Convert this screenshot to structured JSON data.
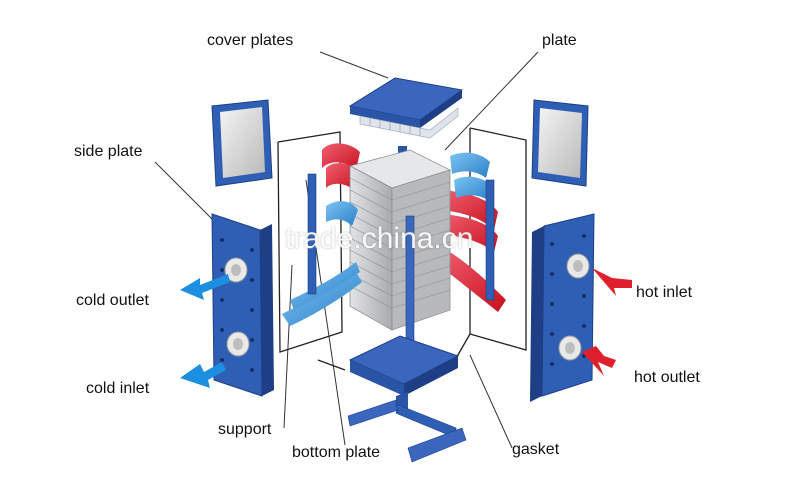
{
  "labels": {
    "cover_plates": "cover plates",
    "plate": "plate",
    "side_plate": "side plate",
    "cold_outlet": "cold outlet",
    "cold_inlet": "cold inlet",
    "hot_inlet": "hot  inlet",
    "hot_outlet": "hot  outlet",
    "support": "support",
    "bottom_plate": "bottom plate",
    "gasket": "gasket"
  },
  "watermark": "trade.china.cn",
  "colors": {
    "frame_blue": "#2f5fb5",
    "frame_blue_dark": "#1e3f86",
    "frame_blue_light": "#4f7fd0",
    "hot_red": "#e01f2d",
    "hot_red_light": "#f06070",
    "cold_blue": "#2e8fd8",
    "cold_blue_light": "#5fb3ee",
    "core_gray": "#c9cacd",
    "core_gray_dark": "#9a9ca0",
    "line": "#222222"
  },
  "icons": {
    "hot_arrow": "red-arrow",
    "cold_arrow": "blue-arrow"
  }
}
